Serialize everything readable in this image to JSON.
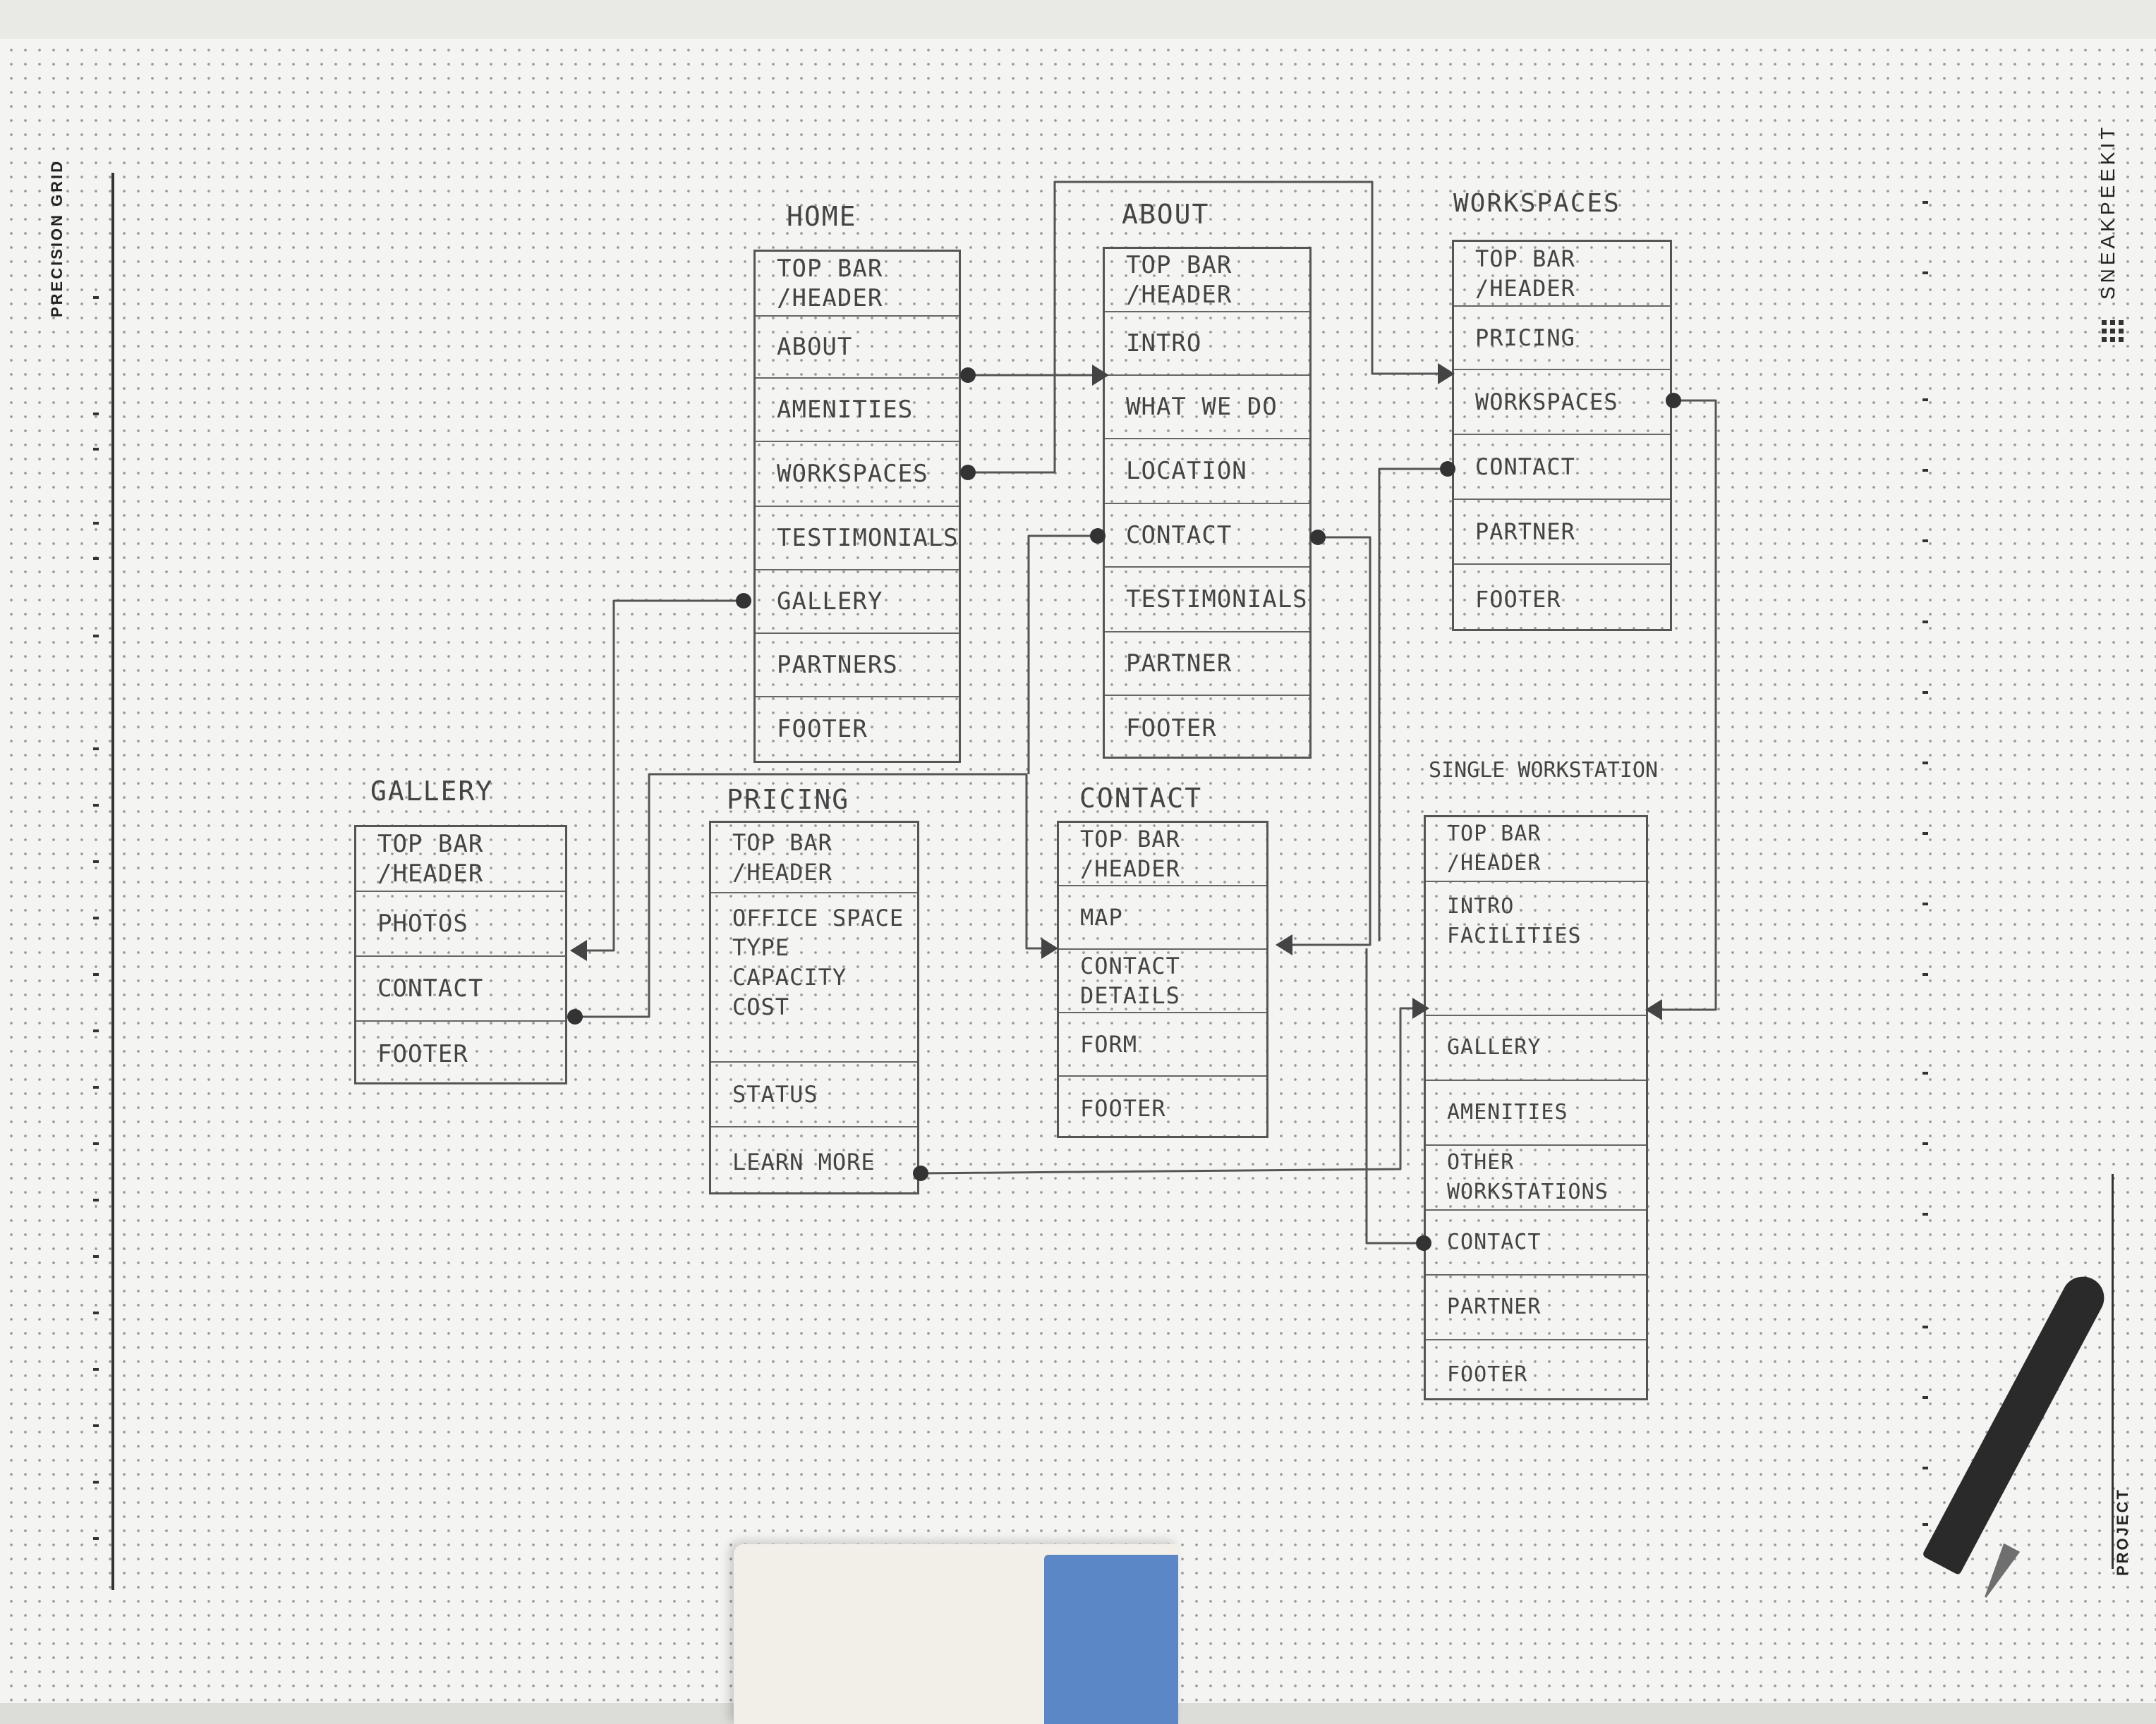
{
  "paper": {
    "left_label": "PRECISION GRID",
    "brand_label": "SNEAKPEEKIT",
    "project_label": "PROJECT",
    "brand_icon": "grid-dots-icon"
  },
  "colors": {
    "paper": "#f4f4f2",
    "pencil": "#555555",
    "eraser_sleeve": "#5b87c6"
  },
  "cards": {
    "home": {
      "title": "HOME",
      "rows": [
        "TOP BAR\n/HEADER",
        "ABOUT",
        "AMENITIES",
        "WORKSPACES",
        "TESTIMONIALS",
        "GALLERY",
        "PARTNERS",
        "FOOTER"
      ]
    },
    "about": {
      "title": "ABOUT",
      "rows": [
        "TOP BAR\n/HEADER",
        "INTRO",
        "WHAT WE DO",
        "LOCATION",
        "CONTACT",
        "TESTIMONIALS",
        "PARTNER",
        "FOOTER"
      ]
    },
    "workspaces": {
      "title": "WORKSPACES",
      "rows": [
        "TOP BAR\n/HEADER",
        "PRICING",
        "WORKSPACES",
        "CONTACT",
        "PARTNER",
        "FOOTER"
      ]
    },
    "gallery": {
      "title": "GALLERY",
      "rows": [
        "TOP BAR\n/HEADER",
        "PHOTOS",
        "CONTACT",
        "FOOTER"
      ]
    },
    "pricing": {
      "title": "PRICING",
      "rows": [
        "TOP BAR\n/HEADER",
        "OFFICE SPACE\nTYPE\nCAPACITY\nCOST",
        "STATUS",
        "LEARN MORE"
      ]
    },
    "contact": {
      "title": "CONTACT",
      "rows": [
        "TOP BAR\n/HEADER",
        "MAP",
        "CONTACT DETAILS",
        "FORM",
        "FOOTER"
      ]
    },
    "single": {
      "title": "SINGLE WORKSTATION",
      "rows": [
        "TOP BAR\n/HEADER",
        "INTRO\nFACILITIES",
        "GALLERY",
        "AMENITIES",
        "OTHER WORKSTATIONS",
        "CONTACT",
        "PARTNER",
        "FOOTER"
      ]
    }
  }
}
